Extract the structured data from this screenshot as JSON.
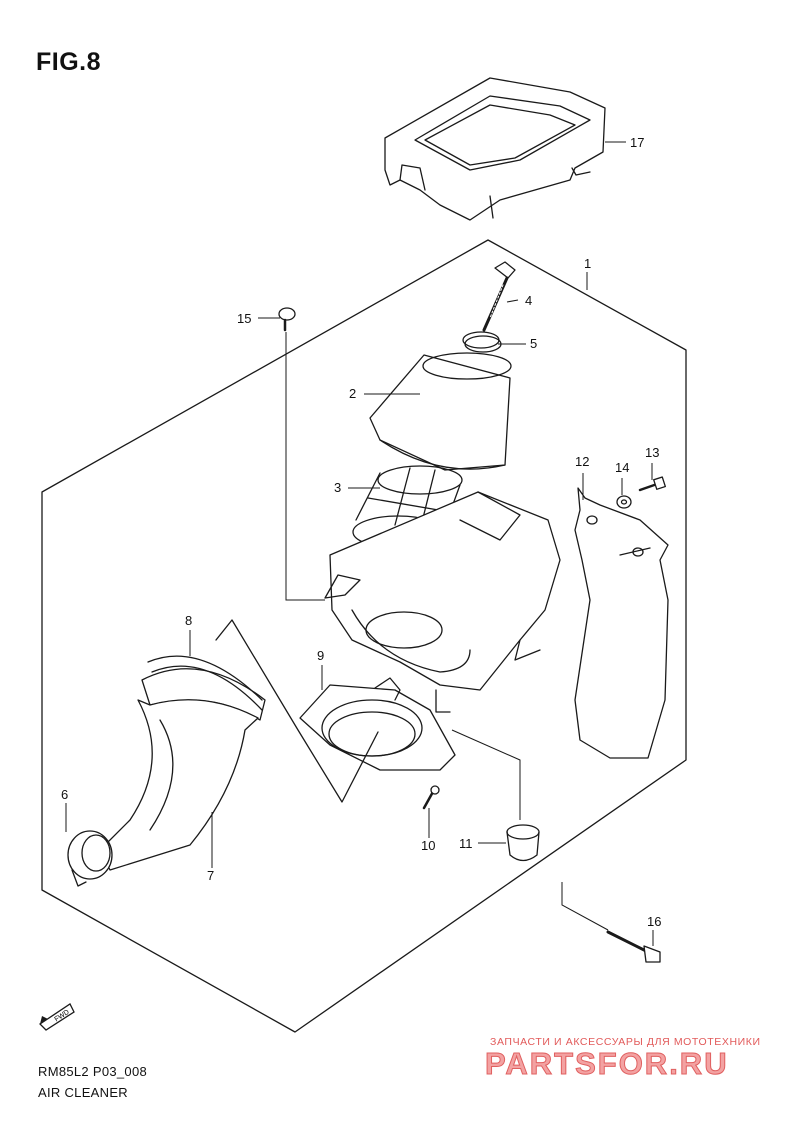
{
  "figure": {
    "title": "FIG.8"
  },
  "callouts": [
    {
      "id": "c1",
      "label": "1"
    },
    {
      "id": "c2",
      "label": "2"
    },
    {
      "id": "c3",
      "label": "3"
    },
    {
      "id": "c4",
      "label": "4"
    },
    {
      "id": "c5",
      "label": "5"
    },
    {
      "id": "c6",
      "label": "6"
    },
    {
      "id": "c7",
      "label": "7"
    },
    {
      "id": "c8",
      "label": "8"
    },
    {
      "id": "c9",
      "label": "9"
    },
    {
      "id": "c10",
      "label": "10"
    },
    {
      "id": "c11",
      "label": "11"
    },
    {
      "id": "c12",
      "label": "12"
    },
    {
      "id": "c13",
      "label": "13"
    },
    {
      "id": "c14",
      "label": "14"
    },
    {
      "id": "c15",
      "label": "15"
    },
    {
      "id": "c16",
      "label": "16"
    },
    {
      "id": "c17",
      "label": "17"
    }
  ],
  "fwd_marker": {
    "label": "FWD"
  },
  "footer": {
    "code": "RM85L2 P03_008",
    "caption": "AIR CLEANER"
  },
  "watermark": {
    "tagline": "ЗАПЧАСТИ И АКСЕССУАРЫ ДЛЯ МОТОТЕХНИКИ",
    "brand": "PARTSFOR.RU",
    "color": "#e25a5a"
  }
}
